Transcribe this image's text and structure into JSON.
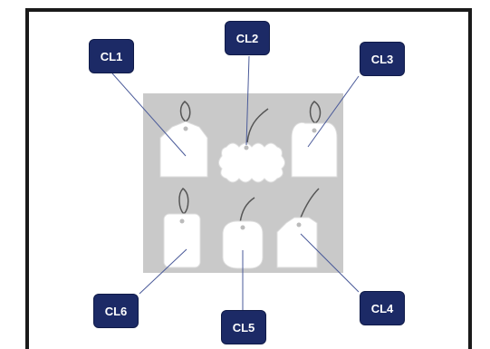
{
  "callouts": {
    "cl1": "CL1",
    "cl2": "CL2",
    "cl3": "CL3",
    "cl4": "CL4",
    "cl5": "CL5",
    "cl6": "CL6"
  },
  "colors": {
    "callout_bg": "#1c2a66",
    "panel_bg": "#c9c9c9",
    "tag_fill": "#ffffff",
    "leader_line": "#4a5a99",
    "string": "#555555"
  }
}
